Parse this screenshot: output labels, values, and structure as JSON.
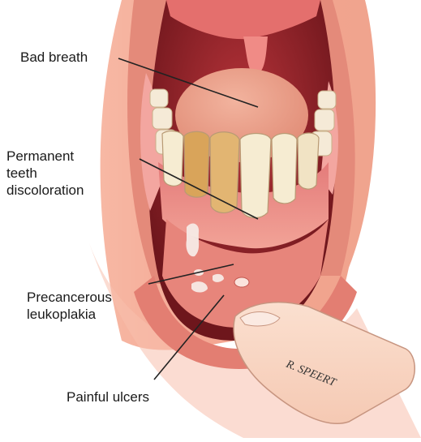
{
  "labels": {
    "bad_breath": "Bad breath",
    "teeth_line1": "Permanent",
    "teeth_line2": "teeth",
    "teeth_line3": "discoloration",
    "leukoplakia_line1": "Precancerous",
    "leukoplakia_line2": "leukoplakia",
    "ulcers": "Painful ulcers"
  },
  "signature": "R. SPEERT",
  "colors": {
    "skin": "#f3a38f",
    "lip": "#e8897a",
    "mouth_dark": "#7a1c22",
    "tongue": "#e79a86",
    "tooth": "#f6ecd2",
    "stain": "#d9a45a",
    "leukoplakia": "#f4e6e0",
    "leader_line": "#222222"
  }
}
